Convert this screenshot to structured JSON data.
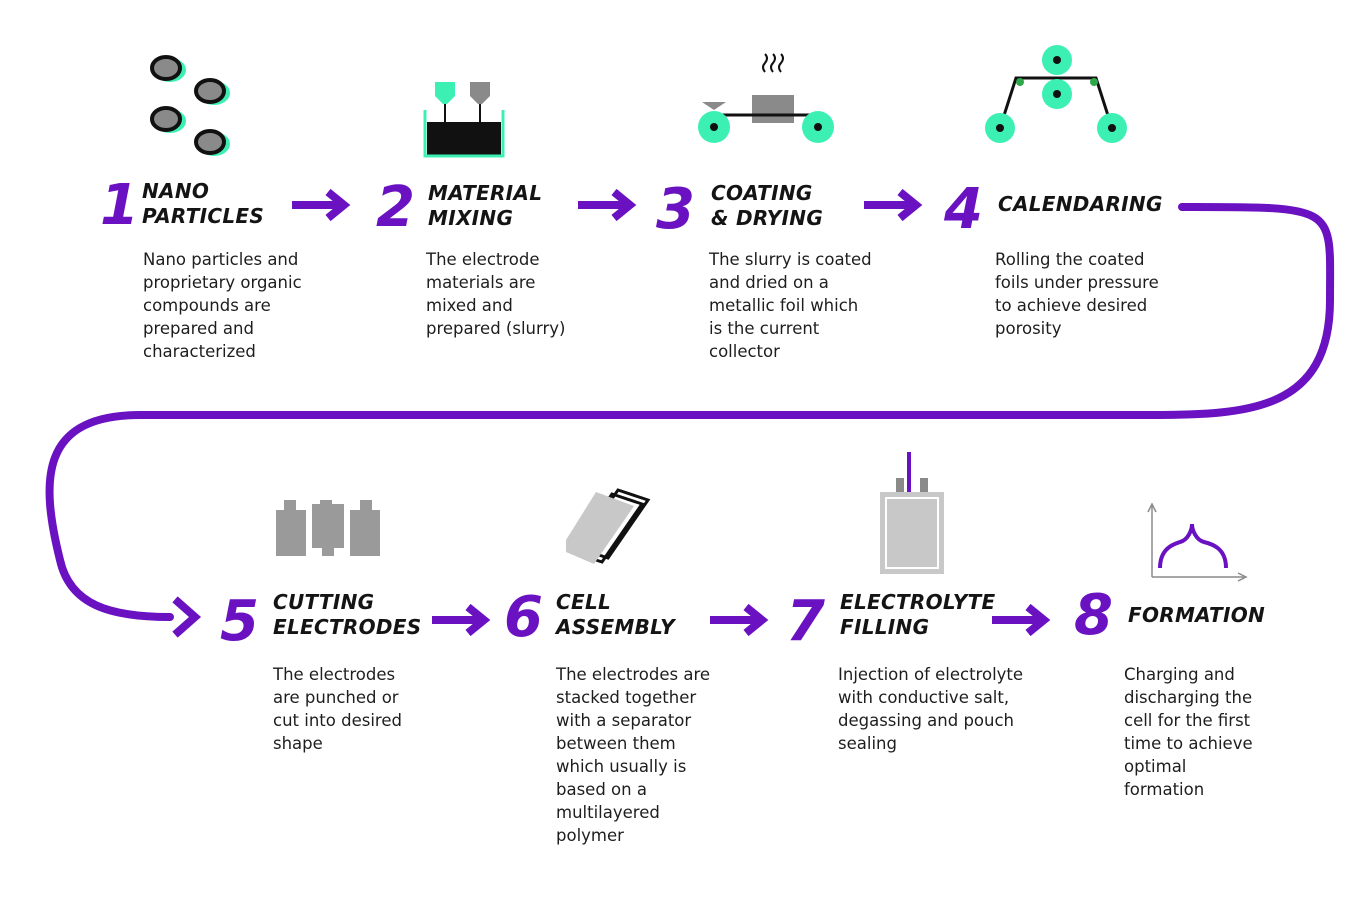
{
  "colors": {
    "accent": "#6a12c2",
    "mint": "#3cf0b4",
    "gray": "#9a9a9a",
    "dark": "#141414"
  },
  "steps": [
    {
      "number": "1",
      "title": "NANO\nPARTICLES",
      "description": "Nano particles and\nproprietary organic\ncompounds are\nprepared and\ncharacterized",
      "icon": "nano-particles-icon"
    },
    {
      "number": "2",
      "title": "MATERIAL\nMIXING",
      "description": "The electrode\nmaterials are\nmixed and\nprepared (slurry)",
      "icon": "mixing-tank-icon"
    },
    {
      "number": "3",
      "title": "COATING\n& DRYING",
      "description": "The slurry is coated\nand dried on a\nmetallic foil which\nis the current\ncollector",
      "icon": "coating-line-icon"
    },
    {
      "number": "4",
      "title": "CALENDARING",
      "description": "Rolling the coated\nfoils under pressure\nto achieve desired\nporosity",
      "icon": "calendar-rollers-icon"
    },
    {
      "number": "5",
      "title": "CUTTING\nELECTRODES",
      "description": "The electrodes\nare punched or\ncut into desired\nshape",
      "icon": "cut-electrodes-icon"
    },
    {
      "number": "6",
      "title": "CELL\nASSEMBLY",
      "description": "The electrodes are\nstacked together\nwith a separator\nbetween them\nwhich usually is\nbased on a\nmultilayered\npolymer",
      "icon": "stacked-layers-icon"
    },
    {
      "number": "7",
      "title": "ELECTROLYTE\nFILLING",
      "description": "Injection of electrolyte\nwith conductive salt,\ndegassing and pouch\nsealing",
      "icon": "pouch-cell-icon"
    },
    {
      "number": "8",
      "title": "FORMATION",
      "description": "Charging and\ndischarging the\ncell for the first\ntime to achieve\noptimal\nformation",
      "icon": "formation-curve-icon"
    }
  ]
}
